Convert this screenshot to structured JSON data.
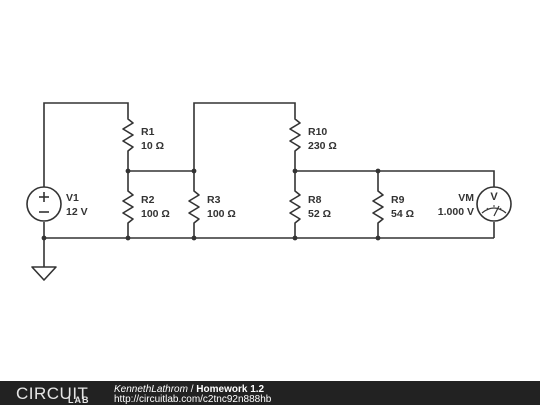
{
  "components": {
    "V1": {
      "name": "V1",
      "value": "12 V"
    },
    "R1": {
      "name": "R1",
      "value": "10 Ω"
    },
    "R2": {
      "name": "R2",
      "value": "100 Ω"
    },
    "R3": {
      "name": "R3",
      "value": "100 Ω"
    },
    "R10": {
      "name": "R10",
      "value": "230 Ω"
    },
    "R8": {
      "name": "R8",
      "value": "52 Ω"
    },
    "R9": {
      "name": "R9",
      "value": "54 Ω"
    },
    "VM": {
      "name": "VM",
      "value": "1.000 V",
      "symbol": "V"
    }
  },
  "footer": {
    "logo_main": "CIRCUIT",
    "logo_sub": "LAB",
    "author": "KennethLathrom",
    "separator": " / ",
    "title": "Homework 1.2",
    "url": "http://circuitlab.com/c2tnc92n888hb"
  },
  "colors": {
    "wire": "#333333",
    "footer_bg": "#222222",
    "footer_text": "#ffffff"
  }
}
